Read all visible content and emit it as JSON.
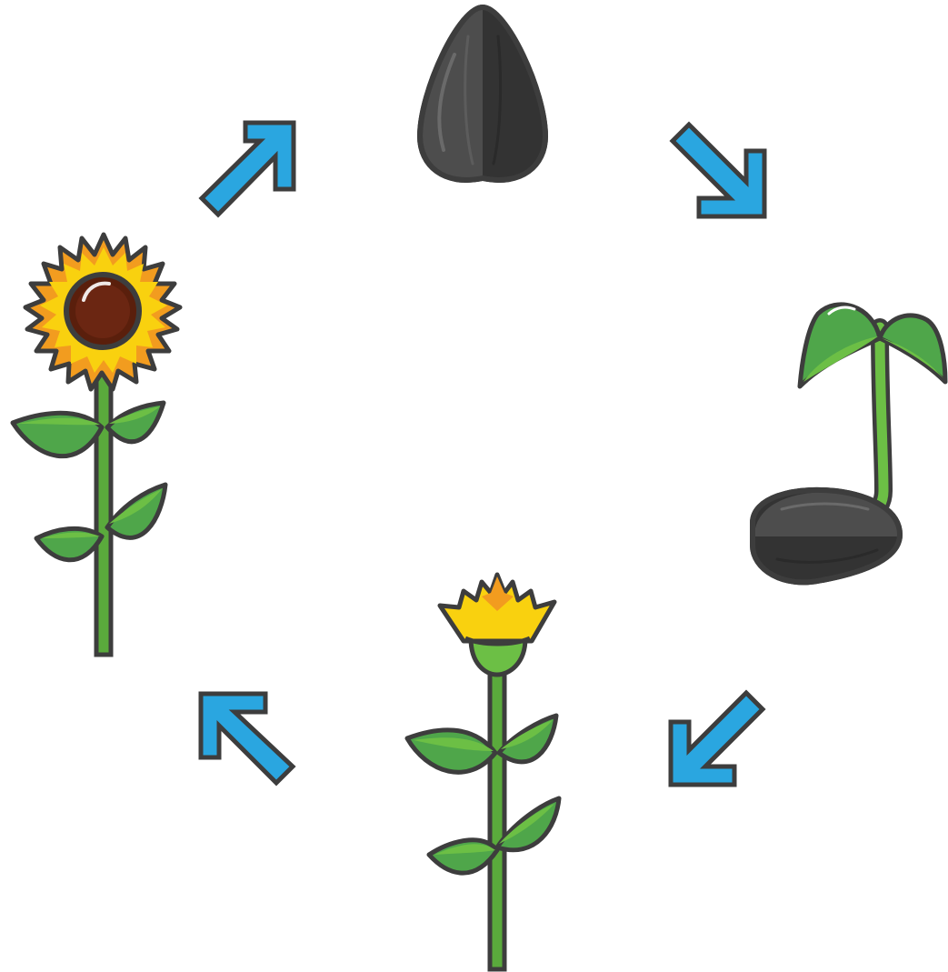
{
  "diagram": {
    "type": "cycle",
    "stages": [
      {
        "id": "seed",
        "icon": "sunflower-seed-icon"
      },
      {
        "id": "sprout",
        "icon": "sprouting-seed-icon"
      },
      {
        "id": "young-plant",
        "icon": "budding-plant-icon"
      },
      {
        "id": "mature-sunflower",
        "icon": "sunflower-icon"
      }
    ],
    "arrows": [
      {
        "from": "seed",
        "to": "sprout",
        "icon": "arrow-down-right-icon"
      },
      {
        "from": "sprout",
        "to": "young-plant",
        "icon": "arrow-down-left-icon"
      },
      {
        "from": "young-plant",
        "to": "mature-sunflower",
        "icon": "arrow-up-left-icon"
      },
      {
        "from": "mature-sunflower",
        "to": "seed",
        "icon": "arrow-up-right-icon"
      }
    ]
  },
  "colors": {
    "outline": "#3d3d3d",
    "arrow": "#2aa6e0",
    "seed_dark": "#333333",
    "seed_light": "#4d4d4d",
    "leaf_dark": "#3f9a43",
    "leaf_light": "#6cbf45",
    "stem": "#5aaa3c",
    "petal_yellow": "#f9d10f",
    "petal_orange": "#f29c1f",
    "flower_center": "#5a1f0c"
  }
}
